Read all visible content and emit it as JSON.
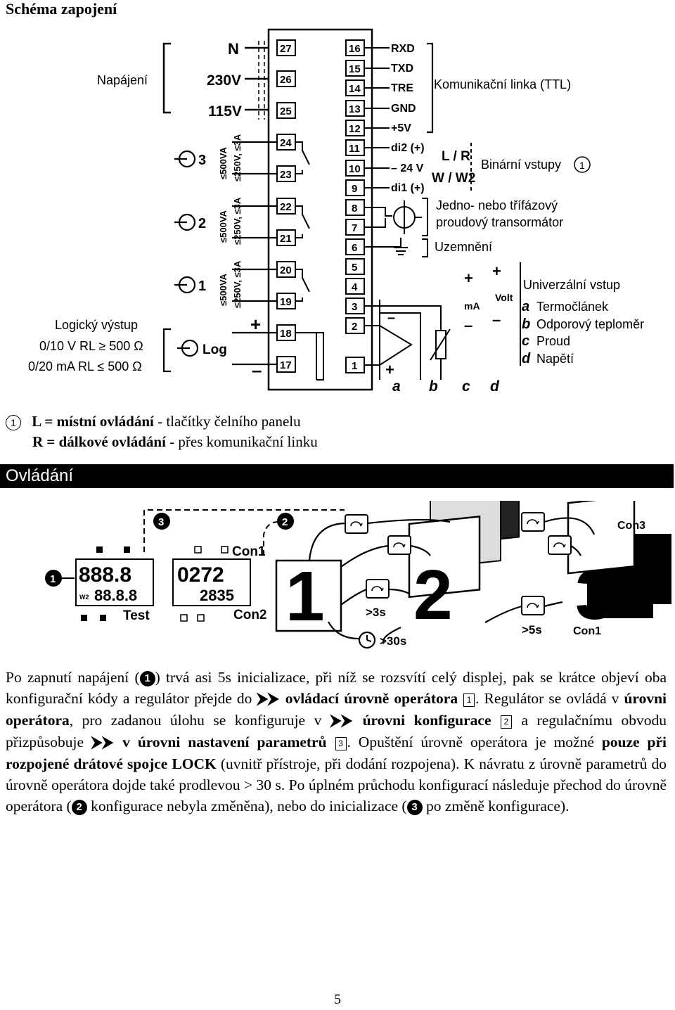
{
  "heading": "Schéma zapojení",
  "wiring": {
    "power_label": "Napájení",
    "power_pins": [
      "N",
      "230V",
      "115V"
    ],
    "terminals_left": [
      "27",
      "26",
      "25",
      "24",
      "23",
      "22",
      "21",
      "20",
      "19",
      "18",
      "17"
    ],
    "terminals_right": [
      "16",
      "15",
      "14",
      "13",
      "12",
      "11",
      "10",
      "9",
      "8",
      "7",
      "6",
      "5",
      "4",
      "3",
      "2",
      "1"
    ],
    "comm_signals": [
      "RXD",
      "TXD",
      "TRE",
      "GND",
      "+5V"
    ],
    "comm_label": "Komunikační linka (TTL)",
    "binary_signals": [
      "di2 (+)",
      "– 24 V",
      "di1 (+)"
    ],
    "binary_modes": [
      "L / R",
      "W / W2"
    ],
    "binary_label": "Binární vstupy",
    "binary_ref": "1",
    "ct_label_1": "Jedno- nebo třífázový",
    "ct_label_2": "proudový transormátor",
    "ground_label": "Uzemnění",
    "relay_labels": [
      "3",
      "2",
      "1"
    ],
    "relay_rating_1": "≤500VA",
    "relay_rating_2": "≤250V, ≤3A",
    "logic_title": "Logický výstup",
    "logic_line_1": "0/10 V RL ≥ 500 Ω",
    "logic_line_2": "0/20 mA RL ≤ 500 Ω",
    "log_label": "Log",
    "plus": "+",
    "minus": "–",
    "univ_title": "Univerzální vstup",
    "univ_units": [
      "mA",
      "Volt"
    ],
    "univ_items": [
      {
        "key": "a",
        "label": "Termočlánek"
      },
      {
        "key": "b",
        "label": "Odporový teploměr"
      },
      {
        "key": "c",
        "label": "Proud"
      },
      {
        "key": "d",
        "label": "Napětí"
      }
    ]
  },
  "footnote": {
    "ref": "1",
    "line1_bold": "L = místní ovládání",
    "line1_rest": " - tlačítky čelního panelu",
    "line2_bold": "R = dálkové ovládání",
    "line2_rest": " - přes komunikační linku"
  },
  "section_title": "Ovládání",
  "control": {
    "marker_1": "1",
    "marker_2": "2",
    "marker_3": "3",
    "display_1_top": "888.8",
    "display_1_bottom": "88.8.8",
    "display_1_tag": "W2",
    "display_1_label": "Test",
    "display_2_top": "0272",
    "display_2_bottom": "2835",
    "con1": "Con1",
    "con2": "Con2",
    "level_1": "1",
    "level_2": "2",
    "level_3": "3",
    "t_3s": ">3s",
    "t_5s": ">5s",
    "t_30s": ">30s",
    "con3_code": "Con3",
    "con1_code": "Con1"
  },
  "paragraph": {
    "p1": "Po zapnutí napájení (",
    "c1": "1",
    "p2": ") trvá asi 5s inicializace, při níž se rozsvítí celý displej, pak se krátce objeví oba konfigurační kódy a regulátor přejde do ",
    "b1": "ovládací úrovně operátora",
    "box1": "1",
    "p3": ". Regulátor se ovládá v ",
    "b2": "úrovni operátora",
    "p4": ", pro zadanou úlohu se konfiguruje v ",
    "b3": "úrovni konfigurace",
    "box2": "2",
    "p5": " a regulačnímu obvodu přizpůsobuje ",
    "b4": "v úrovni nastavení parametrů",
    "box3": "3",
    "p6": ". Opuštění úrovně operátora je možné ",
    "b5": "pouze při rozpojené drátové spojce LOCK",
    "p7": " (uvnitř přístroje, při dodání rozpojena). K návratu z úrovně parametrů do úrovně operátora dojde také prodlevou > 30 s. Po úplném průchodu konfigurací následuje přechod do úrovně operátora (",
    "c2": "2",
    "p8": " konfigurace nebyla změněna), nebo do inicializace (",
    "c3": "3",
    "p9": " po změně konfigurace)."
  },
  "page_number": "5"
}
